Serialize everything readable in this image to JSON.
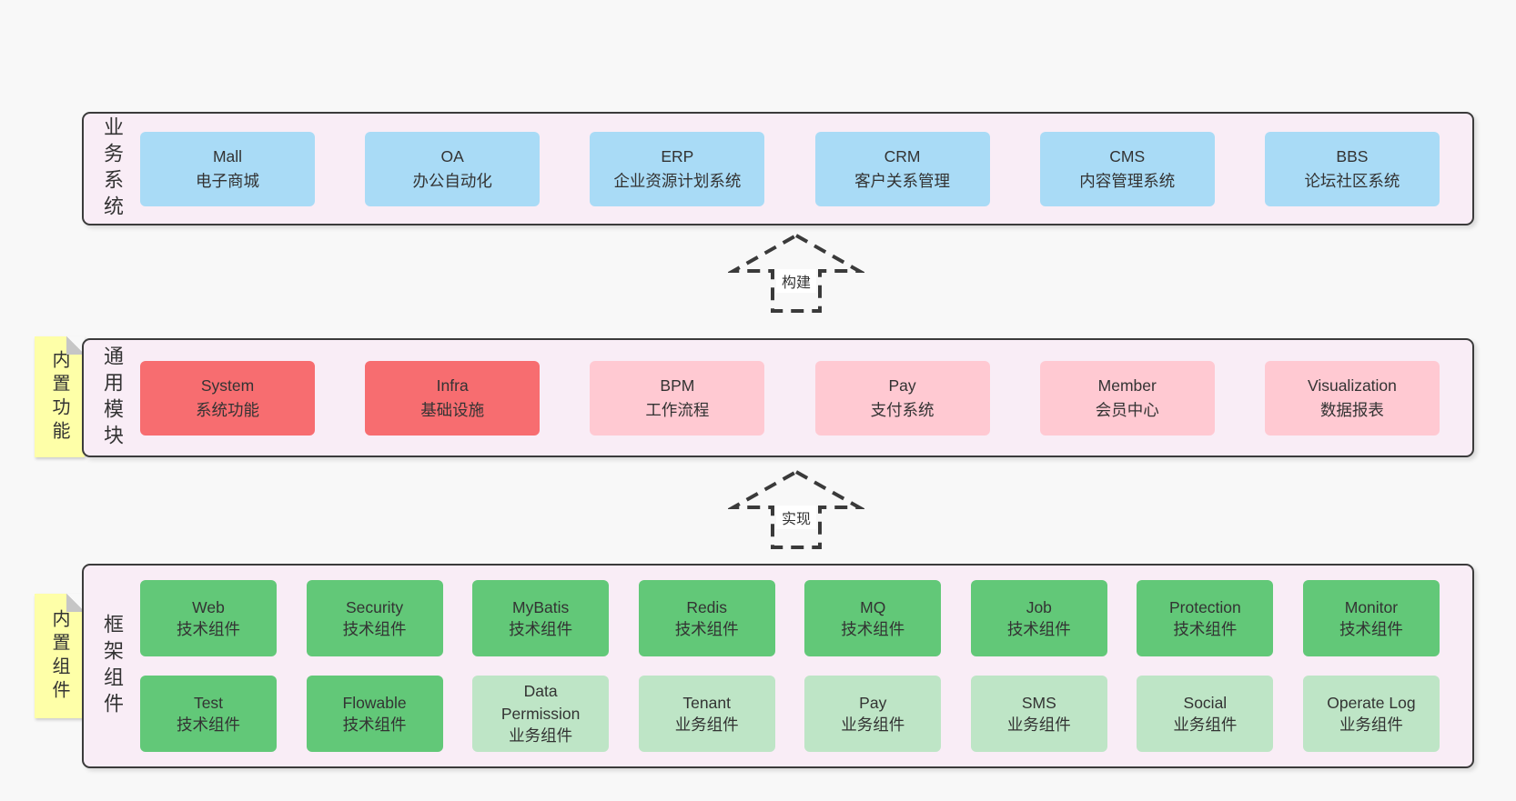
{
  "colors": {
    "page_background": "#f8f8f8",
    "layer_background": "#f9edf6",
    "layer_border": "#3b3b3b",
    "blue_box": "#a9dbf6",
    "red_box": "#f76d70",
    "pink_box": "#ffc9d2",
    "green_box": "#62c878",
    "light_green_box": "#bee5c6",
    "sticky_note": "#feffa8",
    "text": "#333333"
  },
  "layers": {
    "business": {
      "label": "业务系统",
      "boxes": [
        {
          "name": "Mall",
          "desc": "电子商城"
        },
        {
          "name": "OA",
          "desc": "办公自动化"
        },
        {
          "name": "ERP",
          "desc": "企业资源计划系统"
        },
        {
          "name": "CRM",
          "desc": "客户关系管理"
        },
        {
          "name": "CMS",
          "desc": "内容管理系统"
        },
        {
          "name": "BBS",
          "desc": "论坛社区系统"
        }
      ]
    },
    "modules": {
      "label": "通用模块",
      "note": "内置功能",
      "boxes": [
        {
          "name": "System",
          "desc": "系统功能"
        },
        {
          "name": "Infra",
          "desc": "基础设施"
        },
        {
          "name": "BPM",
          "desc": "工作流程"
        },
        {
          "name": "Pay",
          "desc": "支付系统"
        },
        {
          "name": "Member",
          "desc": "会员中心"
        },
        {
          "name": "Visualization",
          "desc": "数据报表"
        }
      ]
    },
    "components": {
      "label": "框架组件",
      "note": "内置组件",
      "row1": [
        {
          "name": "Web",
          "desc": "技术组件"
        },
        {
          "name": "Security",
          "desc": "技术组件"
        },
        {
          "name": "MyBatis",
          "desc": "技术组件"
        },
        {
          "name": "Redis",
          "desc": "技术组件"
        },
        {
          "name": "MQ",
          "desc": "技术组件"
        },
        {
          "name": "Job",
          "desc": "技术组件"
        },
        {
          "name": "Protection",
          "desc": "技术组件"
        },
        {
          "name": "Monitor",
          "desc": "技术组件"
        }
      ],
      "row2": [
        {
          "name": "Test",
          "desc": "技术组件"
        },
        {
          "name": "Flowable",
          "desc": "技术组件"
        },
        {
          "name": "Data Permission",
          "desc": "业务组件"
        },
        {
          "name": "Tenant",
          "desc": "业务组件"
        },
        {
          "name": "Pay",
          "desc": "业务组件"
        },
        {
          "name": "SMS",
          "desc": "业务组件"
        },
        {
          "name": "Social",
          "desc": "业务组件"
        },
        {
          "name": "Operate Log",
          "desc": "业务组件"
        }
      ]
    }
  },
  "arrows": {
    "build": {
      "label": "构建"
    },
    "implement": {
      "label": "实现"
    }
  }
}
